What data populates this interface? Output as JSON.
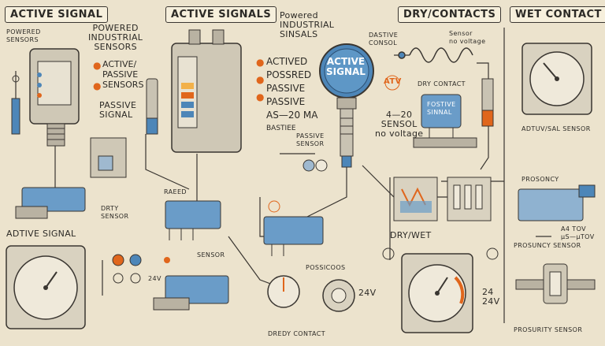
{
  "headers": {
    "active_signal": "ACTIVE SIGNAL",
    "active_signals": "ACTIVE SIGNALS",
    "dry_contacts": "DRY/CONTACTS",
    "wet_contact": "WET CONTACT"
  },
  "labels": {
    "powered_sensors": "POWERED\nSENSORS",
    "powered_industrial_sensors": "POWERED\nINDUSTRIAL\nSENSORS",
    "powered_industrial_sinsals": "Powered\nINDUSTRIAL\nSINSALS",
    "active_signal_gauge": "ACTIVE\nSIGNAL",
    "dastive_consol": "DASTIVE\nCONSOL",
    "sensor_no_voltage": "Sensor\nno voltage",
    "atv": "ATV",
    "dry_contact": "DRY CONTACT",
    "fostive_sinnal": "FOSTIVE\nSINNAL",
    "four_twenty": "4—20\nSENSOL\nno voltage",
    "adtuv_sal_sensor": "ADTUV/SAL SENSOR",
    "prosoncy": "PROSONCY",
    "a4_tov": "A4 TOV\nµS—µTOV",
    "prosuncy_sensor": "PROSUNCY SENSOR",
    "prosurity_sensor": "PROSURITY SENSOR",
    "adtive_signal": "ADTIVE SIGNAL",
    "drty_sensor": "DRTY\nSENSOR",
    "raeed": "RAEED",
    "passive_sensor": "PASSIVE\nSENSOR",
    "dry_wet": "DRY/WET",
    "sensor_mid": "SENSOR",
    "possicoos": "POSSICOOS",
    "v24_mid": "24V",
    "v24_left": "24V",
    "v24_right": "24\n24V",
    "dredy_contact": "DREDY CONTACT",
    "passive_signal": "PASSIVE\nSIGNAL"
  },
  "list_left": [
    "ACTIVE/",
    "PASSIVE",
    "SENSORS"
  ],
  "list_mid": [
    "ACTIVED",
    "POSSRED",
    "PASSIVE",
    "PASSIVE",
    "AS—20 MA",
    "BASTIEE"
  ],
  "colors": {
    "accent_orange": "#e0661c",
    "accent_blue": "#4d86b8",
    "paper": "#ece3cd",
    "ink": "#2c2a26"
  }
}
